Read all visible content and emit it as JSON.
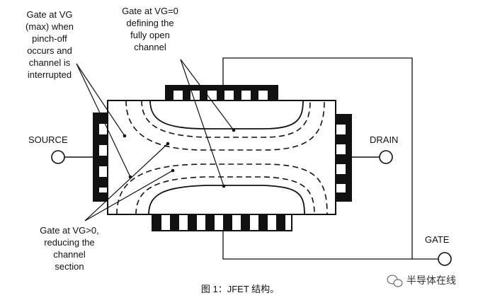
{
  "annotations": {
    "gate_max": [
      "Gate at VG",
      "(max) when",
      "pinch-off",
      "occurs and",
      "channel is",
      "interrupted"
    ],
    "gate_zero": [
      "Gate at VG=0",
      "defining the",
      "fully open",
      "channel"
    ],
    "gate_positive": [
      "Gate at VG>0,",
      "reducing the",
      "channel",
      "section"
    ]
  },
  "terminals": {
    "source": "SOURCE",
    "drain": "DRAIN",
    "gate": "GATE"
  },
  "caption": "图 1：JFET 结构。",
  "watermark": "半导体在线",
  "colors": {
    "ink": "#111111",
    "background": "#ffffff"
  }
}
